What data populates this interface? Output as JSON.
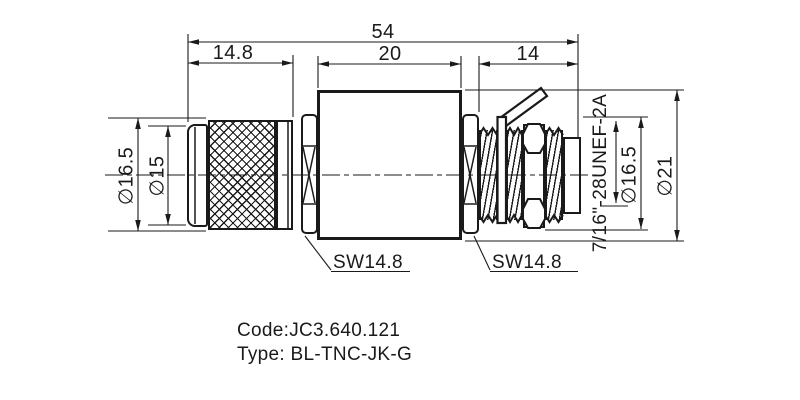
{
  "drawing": {
    "dims": {
      "overall_length": "54",
      "left_length": "14.8",
      "body_length": "20",
      "right_length": "14",
      "left_outer_dia": "∅16.5",
      "left_inner_dia": "∅15",
      "thread_spec": "7/16\"-28UNEF-2A",
      "right_dia": "∅16.5",
      "body_dia": "∅21",
      "wrench_left": "SW14.8",
      "wrench_right": "SW14.8"
    },
    "title": {
      "code": "Code:JC3.640.121",
      "type": "Type: BL-TNC-JK-G"
    },
    "colors": {
      "line": "#1a1a1a",
      "background": "#ffffff"
    }
  }
}
